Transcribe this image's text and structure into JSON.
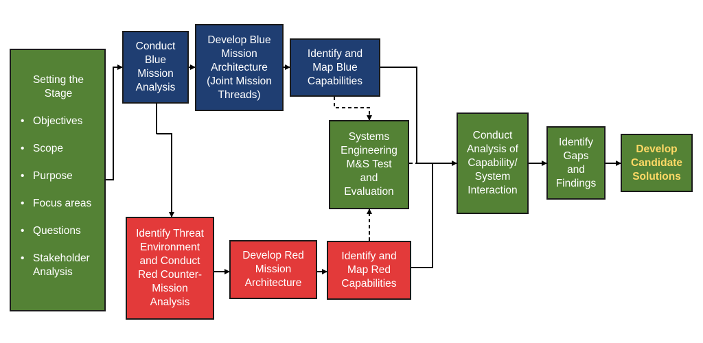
{
  "stage": {
    "title": "Setting the Stage",
    "items": [
      "Objectives",
      "Scope",
      "Purpose",
      "Focus areas",
      "Questions",
      "Stakeholder Analysis"
    ]
  },
  "boxes": {
    "blue_mission_analysis": "Conduct Blue Mission Analysis",
    "blue_mission_architecture": "Develop Blue Mission Architecture (Joint Mission Threads)",
    "blue_capabilities": "Identify and Map Blue Capabilities",
    "systems_engineering": "Systems Engineering M&S Test and Evaluation",
    "threat_environment": "Identify Threat Environment and Conduct Red Counter-Mission Analysis",
    "red_mission_architecture": "Develop Red Mission Architecture",
    "red_capabilities": "Identify and Map Red Capabilities",
    "capability_analysis": "Conduct Analysis of Capability/ System Interaction",
    "gaps_findings": "Identify Gaps and Findings",
    "candidate_solutions": "Develop Candidate Solutions"
  },
  "colors": {
    "green": "#548235",
    "blue": "#1f3e72",
    "red": "#e33a3a",
    "highlight_text": "#ffd966"
  }
}
